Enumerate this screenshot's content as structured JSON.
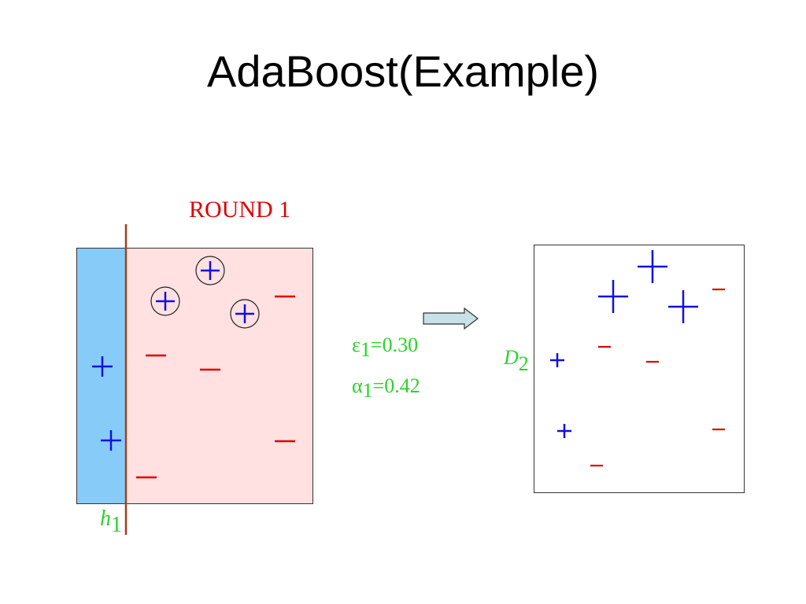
{
  "slide": {
    "title": "AdaBoost(Example)",
    "round_label": "ROUND 1"
  },
  "hypothesis": {
    "symbol": "h",
    "subscript": "1"
  },
  "parameters": {
    "epsilon_symbol": "ε",
    "epsilon_sub": "1",
    "epsilon_value": "=0.30",
    "alpha_symbol": "α",
    "alpha_sub": "1",
    "alpha_value": "=0.42"
  },
  "distribution": {
    "symbol": "D",
    "subscript": "2"
  },
  "marks": {
    "plus": "+",
    "minus": "−"
  },
  "colors": {
    "positive": "#1010e0",
    "negative": "#e00000",
    "label_green": "#2ad42a",
    "left_region": "#87ccf8",
    "right_region": "#ffe1e1",
    "split_line": "#a0401c",
    "arrow_fill": "#c6e2e6"
  }
}
